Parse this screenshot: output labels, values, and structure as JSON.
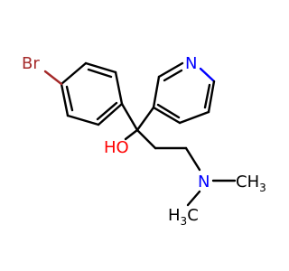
{
  "molecule": {
    "atoms": {
      "br": "Br",
      "pyridine_n": "N",
      "oh": "HO",
      "amine_n": "N",
      "methyl_right": "CH",
      "methyl_right_sub": "3",
      "methyl_left_h": "H",
      "methyl_left_sub": "3",
      "methyl_left_c": "C"
    }
  },
  "colors": {
    "carbon": "#000000",
    "bromine": "#a52a2a",
    "nitrogen": "#0000ff",
    "oxygen": "#ff0000"
  }
}
